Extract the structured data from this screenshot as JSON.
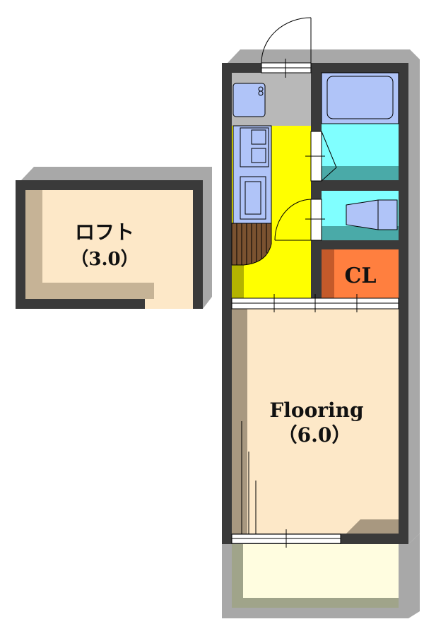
{
  "rooms": {
    "loft": {
      "name": "ロフト",
      "size": "（3.0）"
    },
    "flooring": {
      "name": "Flooring",
      "size": "（6.0）"
    },
    "closet": {
      "name": "CL"
    }
  },
  "colors": {
    "wall": "#3a3a3a",
    "shadow": "#a8a8a8",
    "corridor": "#ffff00",
    "entry": "#b8b8b8",
    "bath": "#80ffff",
    "fixture": "#b0c4f8",
    "closet": "#ff7f3f",
    "flooring": "#fde8c8",
    "balcony": "#fffde0",
    "stairs": "#7a5230"
  }
}
